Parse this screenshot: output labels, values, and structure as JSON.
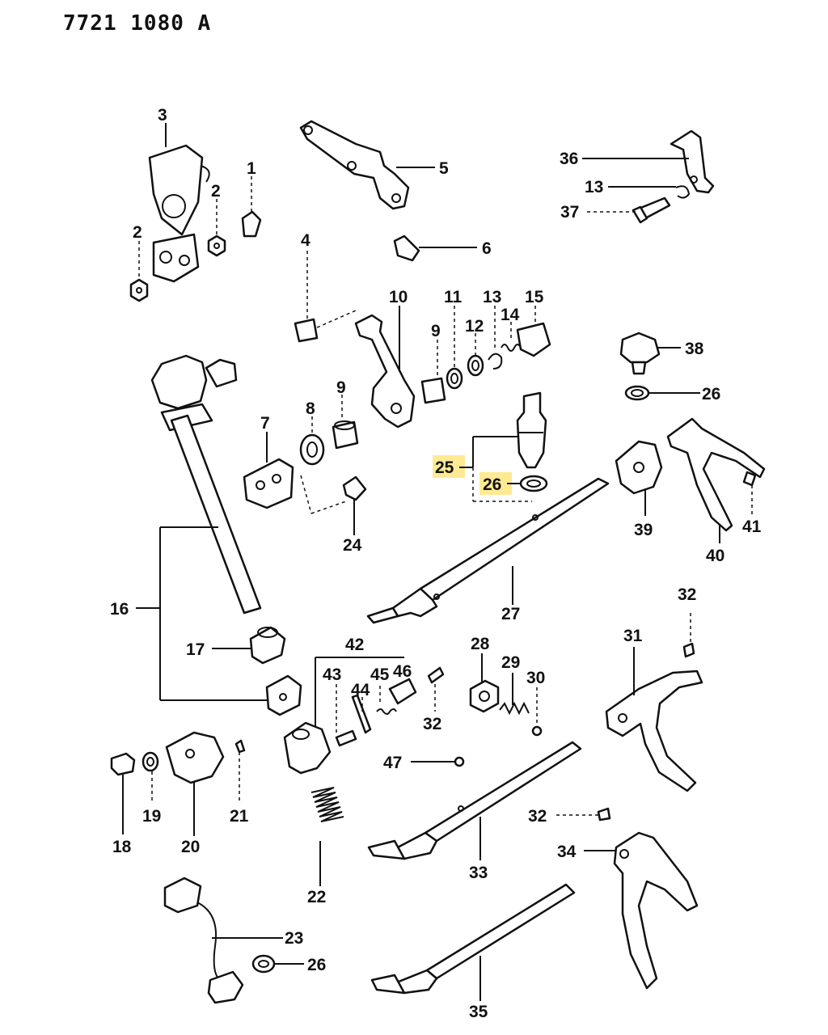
{
  "document_code": "7721 1080 A",
  "highlight_color": "#ffe680",
  "highlighted_labels": [
    "25",
    "26"
  ],
  "labels": {
    "l1": "1",
    "l2a": "2",
    "l2b": "2",
    "l3": "3",
    "l4": "4",
    "l5": "5",
    "l6": "6",
    "l7": "7",
    "l8": "8",
    "l9a": "9",
    "l9b": "9",
    "l10": "10",
    "l11": "11",
    "l12": "12",
    "l13a": "13",
    "l13b": "13",
    "l14": "14",
    "l15": "15",
    "l16": "16",
    "l17": "17",
    "l18": "18",
    "l19": "19",
    "l20": "20",
    "l21": "21",
    "l22": "22",
    "l23": "23",
    "l24": "24",
    "l25": "25",
    "l26a": "26",
    "l26b": "26",
    "l26c": "26",
    "l27": "27",
    "l28": "28",
    "l29": "29",
    "l30": "30",
    "l31": "31",
    "l32a": "32",
    "l32b": "32",
    "l32c": "32",
    "l33": "33",
    "l34": "34",
    "l35": "35",
    "l36": "36",
    "l37": "37",
    "l38": "38",
    "l39": "39",
    "l40": "40",
    "l41": "41",
    "l42": "42",
    "l43": "43",
    "l44": "44",
    "l45": "45",
    "l46": "46",
    "l47": "47"
  }
}
